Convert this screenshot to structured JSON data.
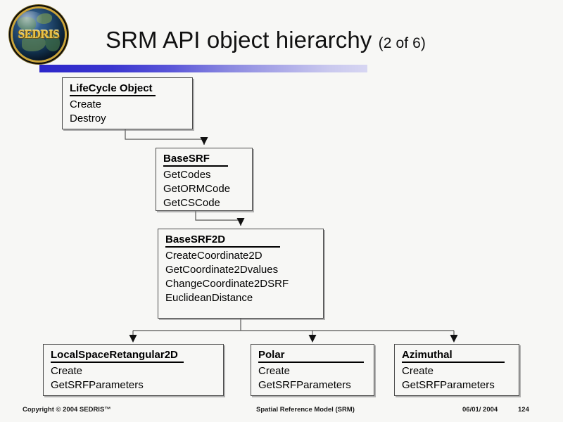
{
  "slide": {
    "title_main": "SRM API object hierarchy",
    "title_suffix": "(2 of 6)",
    "logo_word": "SEDRIS",
    "accent_start": "#2c26c9",
    "accent_end": "#d7d6f2",
    "background": "#f7f7f5"
  },
  "diagram": {
    "boxes": [
      {
        "id": "lifecycle",
        "header": "LifeCycle Object",
        "methods": [
          "Create",
          "Destroy"
        ]
      },
      {
        "id": "basesrf",
        "header": "BaseSRF",
        "methods": [
          "GetCodes",
          "GetORMCode",
          "GetCSCode"
        ]
      },
      {
        "id": "basesrf2d",
        "header": "BaseSRF2D",
        "methods": [
          "CreateCoordinate2D",
          "GetCoordinate2Dvalues",
          "ChangeCoordinate2DSRF",
          "EuclideanDistance"
        ]
      },
      {
        "id": "lsr2d",
        "header": "LocalSpaceRetangular2D",
        "methods": [
          "Create",
          "GetSRFParameters"
        ]
      },
      {
        "id": "polar",
        "header": "Polar",
        "methods": [
          "Create",
          "GetSRFParameters"
        ]
      },
      {
        "id": "azimuthal",
        "header": "Azimuthal",
        "methods": [
          "Create",
          "GetSRFParameters"
        ]
      }
    ],
    "edges": [
      {
        "from": "lifecycle",
        "to": "basesrf"
      },
      {
        "from": "basesrf",
        "to": "basesrf2d"
      },
      {
        "from": "basesrf2d",
        "to": "lsr2d"
      },
      {
        "from": "basesrf2d",
        "to": "polar"
      },
      {
        "from": "basesrf2d",
        "to": "azimuthal"
      }
    ]
  },
  "footer": {
    "copyright": "Copyright © 2004 SEDRIS™",
    "center": "Spatial Reference Model (SRM)",
    "date": "06/01/ 2004",
    "page": "124"
  }
}
